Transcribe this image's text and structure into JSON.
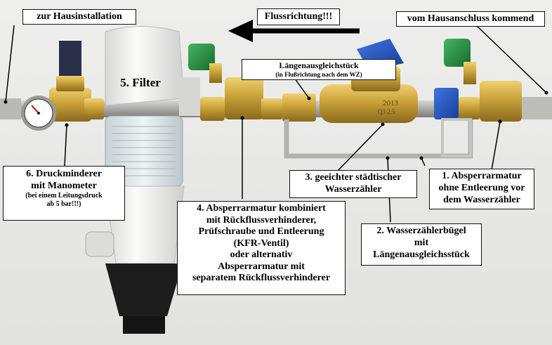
{
  "labels": {
    "hausinstallation": "zur Hausinstallation",
    "flussrichtung": "Flussrichtung!!!",
    "hausanschluss": "vom Hausanschluss kommend",
    "filter": "5. Filter",
    "laengenausgleich_title": "Längenausgleichstück",
    "laengenausgleich_note": "(in Flußrichtung nach dem WZ)",
    "druckminderer_line1": "6. Druckminderer",
    "druckminderer_line2": "mit Manometer",
    "druckminderer_note1": "(bei einem Leitungsdruck",
    "druckminderer_note2": "ab 5 bar!!!)",
    "wasserzaehler_line1": "3. geeichter städtischer",
    "wasserzaehler_line2": "Wasserzähler",
    "absperr1_line1": "1. Absperrarmatur",
    "absperr1_line2": "ohne Entleerung vor",
    "absperr1_line3": "dem Wasserzähler",
    "absperr4_lines": [
      "4. Absperrarmatur kombiniert",
      "mit Rückflussverhinderer,",
      "Prüfschraube und Entleerung",
      "(KFR-Ventil)",
      "oder alternativ",
      "Absperrarmatur mit",
      "separatem Rückflussverhinderer"
    ],
    "buegel_line1": "2. Wasserzählerbügel",
    "buegel_line2": "mit",
    "buegel_line3": "Längenausgleichsstück"
  },
  "meter_face": {
    "number": "2013",
    "size": "Q3 2.5"
  },
  "colors": {
    "background": "#e9e9e7",
    "brass": "#c9a23a",
    "pipe": "#b8b8b4",
    "valve_green": "#1f8a3b",
    "valve_blue": "#1d4fb8",
    "filter_white": "#f4f4f2",
    "filter_black": "#1a1a1a"
  }
}
